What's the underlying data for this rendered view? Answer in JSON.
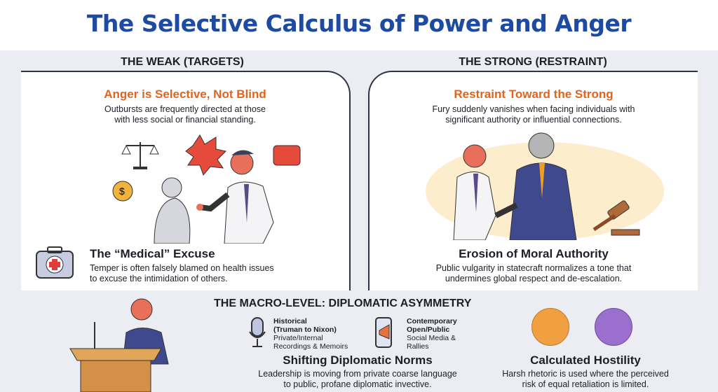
{
  "title": "The Selective Calculus of Power and Anger",
  "left": {
    "header": "THE WEAK (TARGETS)",
    "heading": "Anger is Selective, Not Blind",
    "text1": "Outbursts are frequently directed at those",
    "text2": "with less social or financial standing.",
    "sub_heading": "The “Medical” Excuse",
    "sub_text1": "Temper is often falsely blamed on health issues",
    "sub_text2": "to excuse the intimidation of others."
  },
  "right": {
    "header": "THE STRONG (RESTRAINT)",
    "heading": "Restraint Toward the Strong",
    "text1": "Fury suddenly vanishes when facing individuals with",
    "text2": "significant authority or influential connections.",
    "sub_heading": "Erosion of Moral Authority",
    "sub_text1": "Public vulgarity in statecraft normalizes a tone that",
    "sub_text2": "undermines global respect and de-escalation."
  },
  "macro": {
    "header": "THE MACRO-LEVEL: DIPLOMATIC ASYMMETRY",
    "historical": {
      "l1": "Historical",
      "l2": "(Truman to Nixon)",
      "l3": "Private/Internal",
      "l4": "Recordings & Memoirs"
    },
    "contemporary": {
      "l1": "Contemporary",
      "l2": "Open/Public",
      "l3": "Social Media &",
      "l4": "Rallies"
    },
    "norms_heading": "Shifting Diplomatic Norms",
    "norms_text1": "Leadership is moving from private coarse language",
    "norms_text2": "to public, profane diplomatic invective.",
    "hostility_heading": "Calculated Hostility",
    "hostility_text1": "Harsh rhetoric is used where the perceived",
    "hostility_text2": "risk of equal retaliation is limited."
  },
  "colors": {
    "title": "#1d4aa3",
    "accent": "#e0641e",
    "circle_orange": "#f0a040",
    "circle_purple": "#9a6fce"
  }
}
